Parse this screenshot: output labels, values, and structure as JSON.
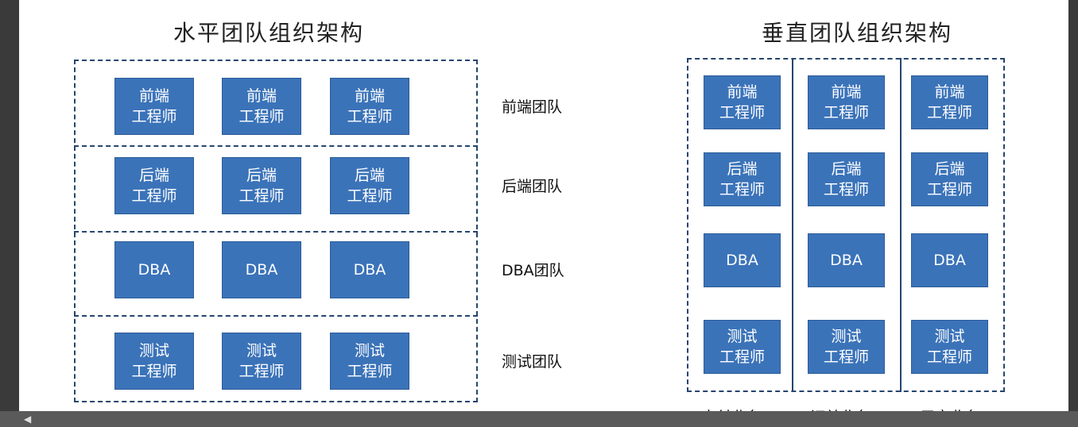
{
  "horizontal": {
    "title": "水平团队组织架构",
    "rows": [
      {
        "team": "前端团队",
        "nodes": [
          [
            "前端",
            "工程师"
          ],
          [
            "前端",
            "工程师"
          ],
          [
            "前端",
            "工程师"
          ]
        ]
      },
      {
        "team": "后端团队",
        "nodes": [
          [
            "后端",
            "工程师"
          ],
          [
            "后端",
            "工程师"
          ],
          [
            "后端",
            "工程师"
          ]
        ]
      },
      {
        "team": "DBA团队",
        "nodes": [
          [
            "DBA"
          ],
          [
            "DBA"
          ],
          [
            "DBA"
          ]
        ]
      },
      {
        "team": "测试团队",
        "nodes": [
          [
            "测试",
            "工程师"
          ],
          [
            "测试",
            "工程师"
          ],
          [
            "测试",
            "工程师"
          ]
        ]
      }
    ]
  },
  "vertical": {
    "title": "垂直团队组织架构",
    "columns": [
      {
        "business": "支付业务",
        "nodes": [
          [
            "前端",
            "工程师"
          ],
          [
            "后端",
            "工程师"
          ],
          [
            "DBA"
          ],
          [
            "测试",
            "工程师"
          ]
        ]
      },
      {
        "business": "订单业务",
        "nodes": [
          [
            "前端",
            "工程师"
          ],
          [
            "后端",
            "工程师"
          ],
          [
            "DBA"
          ],
          [
            "测试",
            "工程师"
          ]
        ]
      },
      {
        "business": "用户业务",
        "nodes": [
          [
            "前端",
            "工程师"
          ],
          [
            "后端",
            "工程师"
          ],
          [
            "DBA"
          ],
          [
            "测试",
            "工程师"
          ]
        ]
      }
    ]
  },
  "colors": {
    "node_fill": "#3b73b9",
    "frame": "#26456e"
  }
}
